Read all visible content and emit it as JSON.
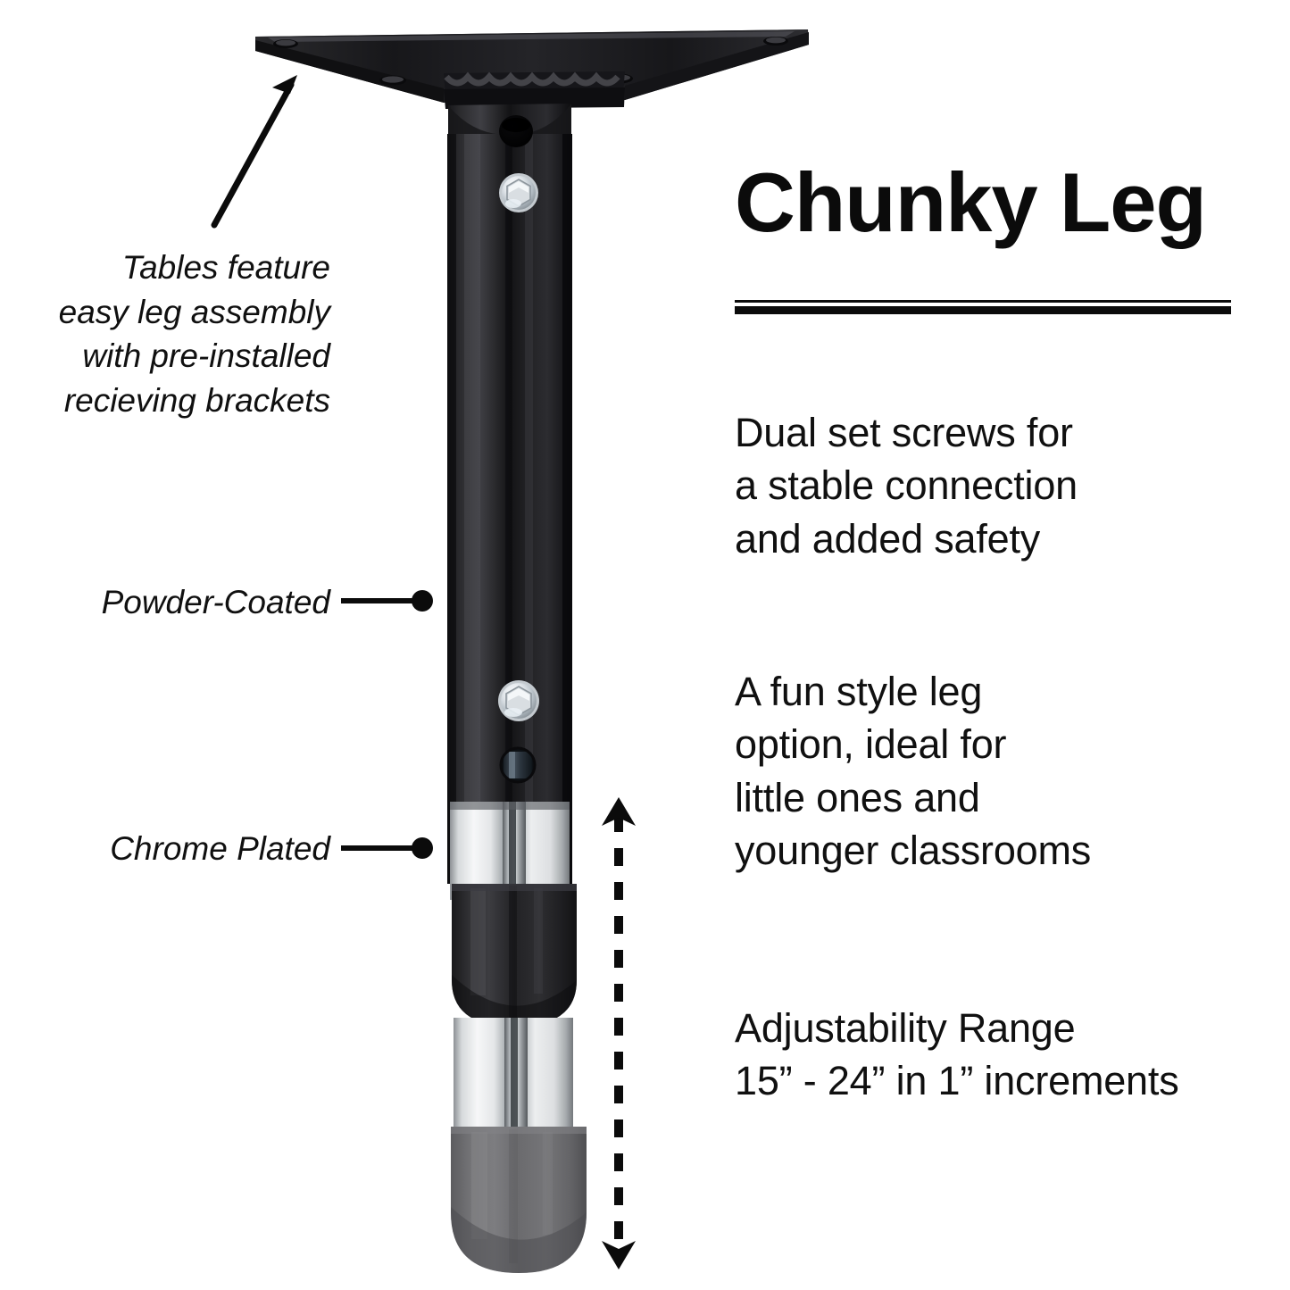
{
  "product": {
    "title": "Chunky Leg"
  },
  "features": {
    "screws": {
      "lines": [
        "Dual set screws for",
        "a stable connection",
        "and added safety"
      ]
    },
    "style": {
      "lines": [
        "A fun style leg",
        "option, ideal for",
        "little ones and",
        "younger classrooms"
      ]
    },
    "range": {
      "lines": [
        "Adjustability Range",
        "15” - 24” in 1” increments"
      ]
    }
  },
  "callouts": {
    "assembly": {
      "lines": [
        "Tables feature",
        "easy leg assembly",
        "with pre-installed",
        "recieving brackets"
      ]
    },
    "powder_coated": {
      "label": "Powder-Coated"
    },
    "chrome_plated": {
      "label": "Chrome Plated"
    }
  },
  "colors": {
    "text": "#101010",
    "rule": "#0b0b0b",
    "powder_coat_black": "#1b1b1d",
    "tube_black_highlight": "#4a4a4e",
    "chrome_light": "#f2f3f4",
    "chrome_mid": "#c9ccce",
    "chrome_shadow": "#7e8286",
    "bumper_black": "#232325",
    "glide_gray": "#6e6e70",
    "background": "#ffffff"
  }
}
